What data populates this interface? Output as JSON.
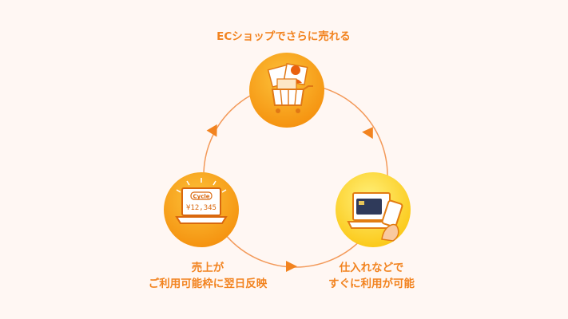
{
  "colors": {
    "accent": "#f2831f",
    "background": "#fff7f3",
    "circle_orange": "#f8a11a",
    "circle_yellow": "#fcd51a"
  },
  "nodes": {
    "top": {
      "label_lines": [
        "ECショップでさらに売れる"
      ],
      "icon": "shopping-cart-icon"
    },
    "left": {
      "label_lines": [
        "売上が",
        "ご利用可能枠に翌日反映"
      ],
      "icon": "laptop-sales-icon",
      "screen_logo": "Cycle",
      "screen_amount": "¥12,345"
    },
    "right": {
      "label_lines": [
        "仕入れなどで",
        "すぐに利用が可能"
      ],
      "icon": "laptop-card-phone-icon"
    }
  },
  "arrows": [
    "arrow-left-up",
    "arrow-right-down",
    "arrow-bottom-right"
  ]
}
